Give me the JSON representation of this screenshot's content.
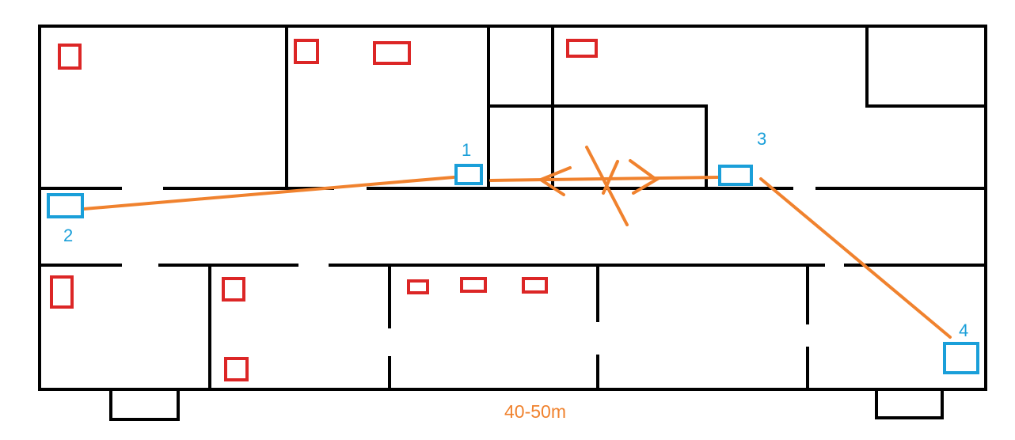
{
  "devices": [
    {
      "id": "1",
      "label": "1"
    },
    {
      "id": "2",
      "label": "2"
    },
    {
      "id": "3",
      "label": "3"
    },
    {
      "id": "4",
      "label": "4"
    }
  ],
  "distance_label": "40-50m",
  "colors": {
    "wall": "#000000",
    "device_blue": "#1a9fd9",
    "marker_red": "#dc2626",
    "link_orange": "#f0822e"
  }
}
